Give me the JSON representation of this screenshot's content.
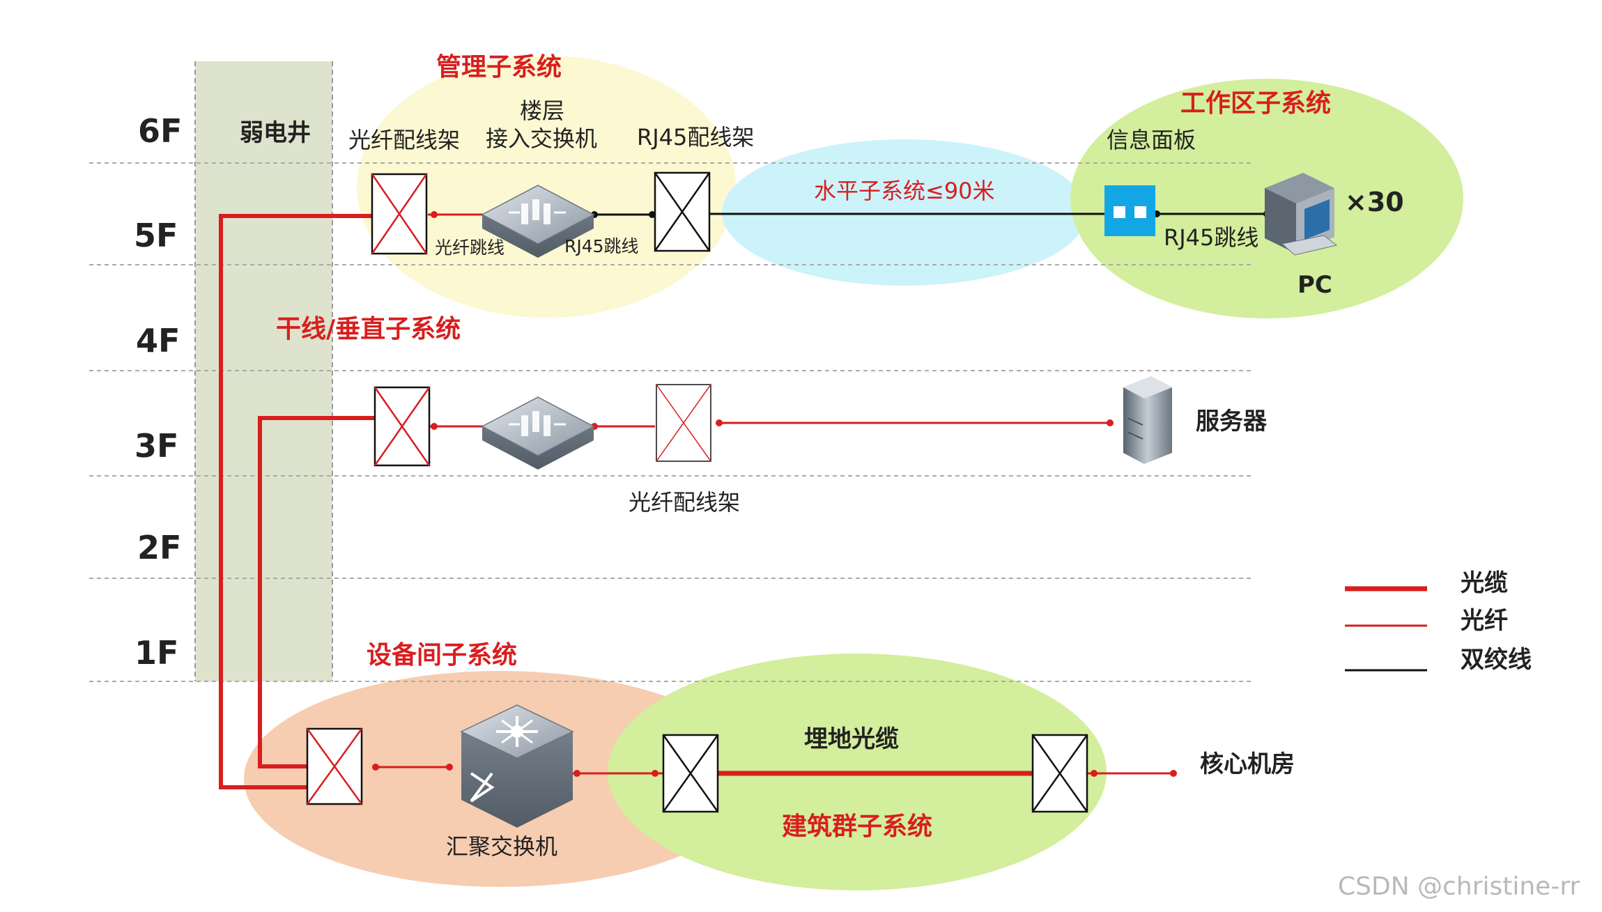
{
  "floors": [
    "6F",
    "5F",
    "4F",
    "3F",
    "2F",
    "1F"
  ],
  "shaft_label": "弱电井",
  "subsystems": {
    "management": "管理子系统",
    "work_area": "工作区子系统",
    "horizontal": "水平子系统≤90米",
    "trunk": "干线/垂直子系统",
    "equipment_room": "设备间子系统",
    "building_group": "建筑群子系统"
  },
  "labels": {
    "fiber_patch_panel_top": "光纤配线架",
    "floor_access_switch_line1": "楼层",
    "floor_access_switch_line2": "接入交换机",
    "rj45_patch_panel": "RJ45配线架",
    "info_panel": "信息面板",
    "fiber_jumper": "光纤跳线",
    "rj45_jumper_small": "RJ45跳线",
    "rj45_jumper": "RJ45跳线",
    "pc": "PC",
    "pc_count": "×30",
    "server": "服务器",
    "fiber_patch_panel_3f": "光纤配线架",
    "aggregation_switch": "汇聚交换机",
    "buried_cable": "埋地光缆",
    "core_room": "核心机房"
  },
  "legend": [
    {
      "label": "光缆",
      "color": "#d81e1e",
      "style": "thick"
    },
    {
      "label": "光纤",
      "color": "#d81e1e",
      "style": "thin"
    },
    {
      "label": "双绞线",
      "color": "#111111",
      "style": "thin"
    }
  ],
  "colors": {
    "red": "#d81e1e",
    "shaft": "#dde3cd",
    "management_zone": "#fbf8d2",
    "horizontal_zone": "#cdf3fa",
    "work_zone": "#d3ee9c",
    "equipment_zone": "#f6cdb1",
    "building_zone": "#d3ee9c",
    "info_panel": "#12a7e4"
  },
  "watermark": "CSDN @christine-rr"
}
